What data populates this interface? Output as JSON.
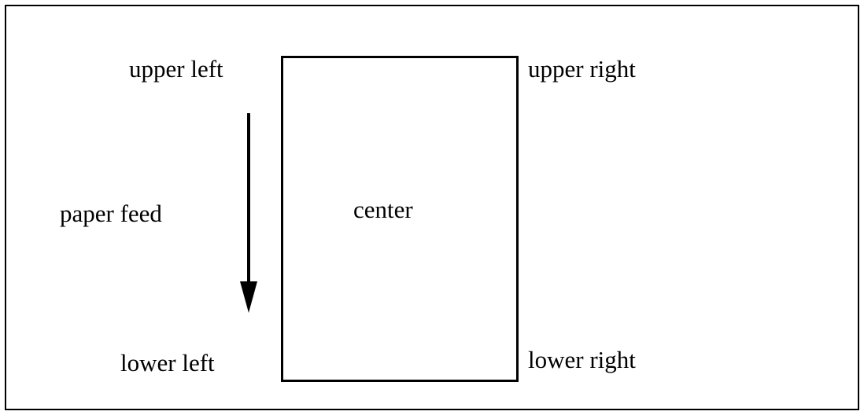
{
  "diagram": {
    "labels": {
      "upper_left": "upper left",
      "upper_right": "upper right",
      "lower_left": "lower left",
      "lower_right": "lower right",
      "center": "center",
      "paper_feed": "paper feed"
    },
    "colors": {
      "stroke": "#000000",
      "background": "#ffffff"
    },
    "arrow_direction": "down"
  }
}
